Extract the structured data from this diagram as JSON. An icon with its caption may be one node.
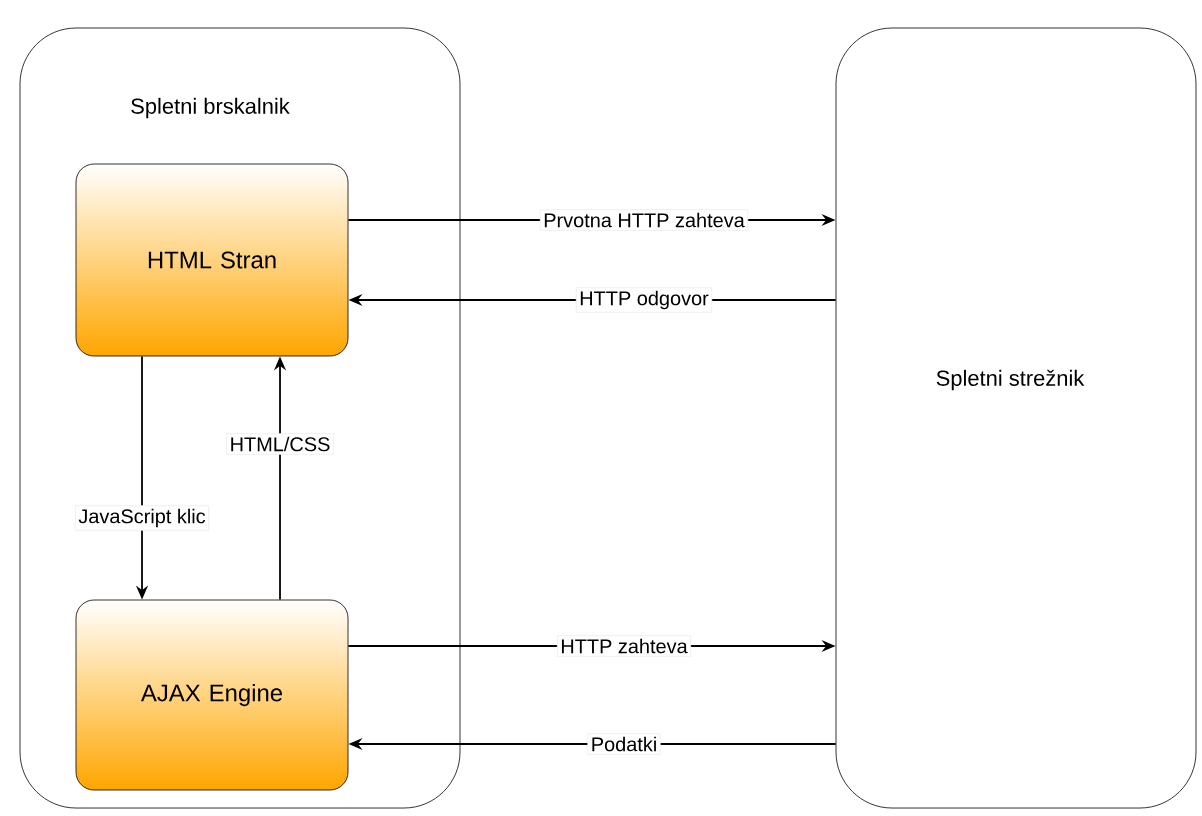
{
  "diagram": {
    "nodes": [
      {
        "text": [
          "Spletni brskalnik"
        ]
      },
      {
        "text": [
          "HTML Stran"
        ],
        "in": 0
      },
      {
        "text": [
          "AJAX Engine"
        ],
        "in": 0
      },
      {
        "text": [
          "Spletni strežnik"
        ]
      }
    ],
    "edges": [
      {
        "from": 1,
        "to": 3,
        "arrow": "to",
        "label": "Prvotna HTTP zahteva"
      },
      {
        "from": 3,
        "to": 1,
        "arrow": "to",
        "label": "HTTP odgovor"
      },
      {
        "from": 1,
        "to": 2,
        "arrow": "to",
        "label": "JavaScript klic"
      },
      {
        "from": 2,
        "to": 1,
        "arrow": "to",
        "label": "HTML/CSS"
      },
      {
        "from": 2,
        "to": 3,
        "arrow": "to",
        "label": "HTTP zahteva"
      },
      {
        "from": 3,
        "to": 2,
        "arrow": "to",
        "label": "Podatki"
      }
    ]
  }
}
